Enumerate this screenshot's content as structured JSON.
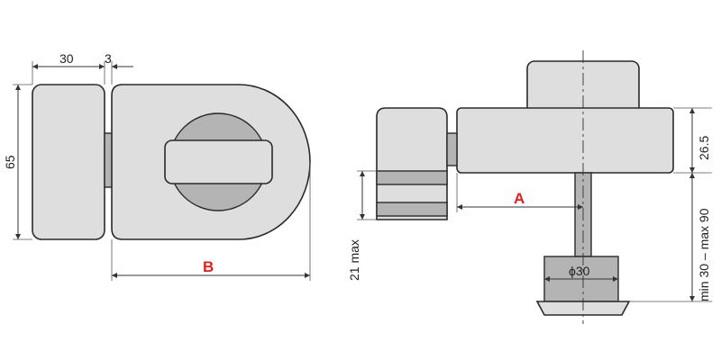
{
  "labels": {
    "front_width_30": "30",
    "front_gap_3": "3",
    "front_height_65": "65",
    "front_length_b": "B",
    "side_height_26_5": "26.5",
    "side_length_a": "A",
    "side_max_21": "21 max",
    "side_range": "min 30 – max 90",
    "side_diameter": "ϕ30"
  },
  "colors": {
    "body_fill": "#dedede",
    "part_fill": "#b4b4b4",
    "outline": "#2a2a2a",
    "highlight": "#e02020"
  }
}
